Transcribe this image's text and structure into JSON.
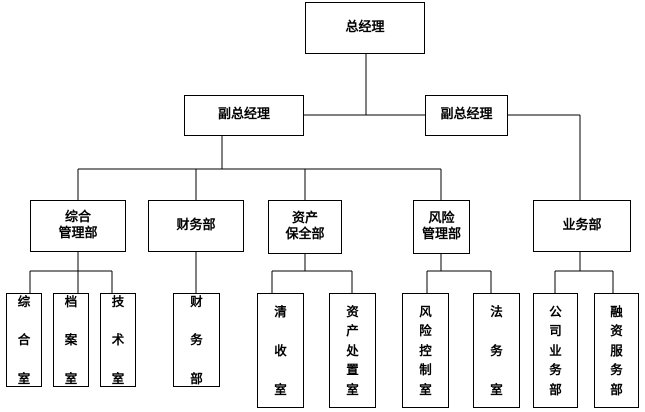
{
  "top": {
    "label": "总经理"
  },
  "deputies": [
    {
      "label": "副总经理"
    },
    {
      "label": "副总经理"
    }
  ],
  "departments": [
    {
      "label": "综合\n管理部"
    },
    {
      "label": "财务部"
    },
    {
      "label": "资产\n保全部"
    },
    {
      "label": "风险\n管理部"
    },
    {
      "label": "业务部"
    }
  ],
  "offices": [
    {
      "label": "综\n\n合\n\n室"
    },
    {
      "label": "档\n\n案\n\n室"
    },
    {
      "label": "技\n\n术\n\n室"
    },
    {
      "label": "财\n\n务\n\n部"
    },
    {
      "label": "清\n\n收\n\n室"
    },
    {
      "label": "资\n产\n处\n置\n室"
    },
    {
      "label": "风\n险\n控\n制\n室"
    },
    {
      "label": "法\n\n务\n\n室"
    },
    {
      "label": "公\n司\n业\n务\n部"
    },
    {
      "label": "融\n资\n服\n务\n部"
    }
  ]
}
